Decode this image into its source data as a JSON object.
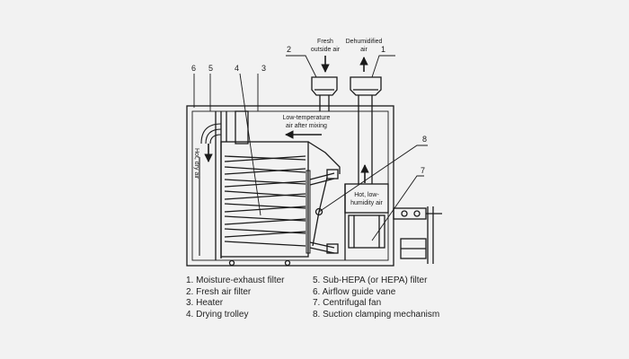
{
  "diagram": {
    "callouts": {
      "n1": "1",
      "n2": "2",
      "n3": "3",
      "n4": "4",
      "n5": "5",
      "n6": "6",
      "n7": "7",
      "n8": "8"
    },
    "labels": {
      "fresh_line1": "Fresh",
      "fresh_line2": "outside air",
      "dehum_line1": "Dehumidified",
      "dehum_line2": "air",
      "lowtemp_line1": "Low-temperature",
      "lowtemp_line2": "air after mixing",
      "hotdry": "Hot, dry air",
      "hotlow_line1": "Hot, low-",
      "hotlow_line2": "humidity air"
    }
  },
  "legend": {
    "left": [
      "1. Moisture-exhaust filter",
      "2. Fresh air filter",
      "3. Heater",
      "4. Drying trolley"
    ],
    "right": [
      "5. Sub-HEPA (or HEPA) filter",
      "6. Airflow guide vane",
      "7. Centrifugal fan",
      "8. Suction clamping mechanism"
    ]
  }
}
